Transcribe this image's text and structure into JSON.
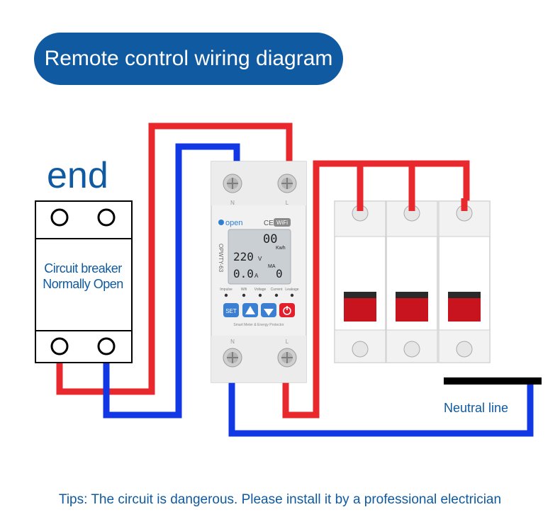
{
  "title": "Remote control wiring diagram",
  "end_label": "end",
  "circuit_breaker": {
    "line1": "Circuit breaker",
    "line2": "Normally Open"
  },
  "meter": {
    "brand": "open",
    "model": "OPWTY-63",
    "top_terminals": [
      "N",
      "L"
    ],
    "bottom_terminals": [
      "N",
      "L"
    ],
    "cert": "CE",
    "wifi": "WiFi",
    "kwh_value": "00",
    "kwh_unit": "Kwh",
    "voltage_value": "220",
    "voltage_unit": "V",
    "current_value": "0.0",
    "current_unit": "A",
    "leak_unit": "MA",
    "leak_value": "0",
    "indicators": [
      "Impulse",
      "Wifi",
      "Voltage",
      "Current",
      "Leakage"
    ],
    "buttons": [
      "SET",
      "up",
      "down",
      "power"
    ],
    "footer": "Smart Meter & Energy Protector"
  },
  "neutral_label": "Neutral line",
  "tips": "Tips: The circuit is dangerous. Please install it by a professional electrician",
  "colors": {
    "accent": "#0f5aa0",
    "live": "#e8282c",
    "neutral": "#1238e6",
    "ground": "#000000",
    "handle": "#c8141e"
  }
}
